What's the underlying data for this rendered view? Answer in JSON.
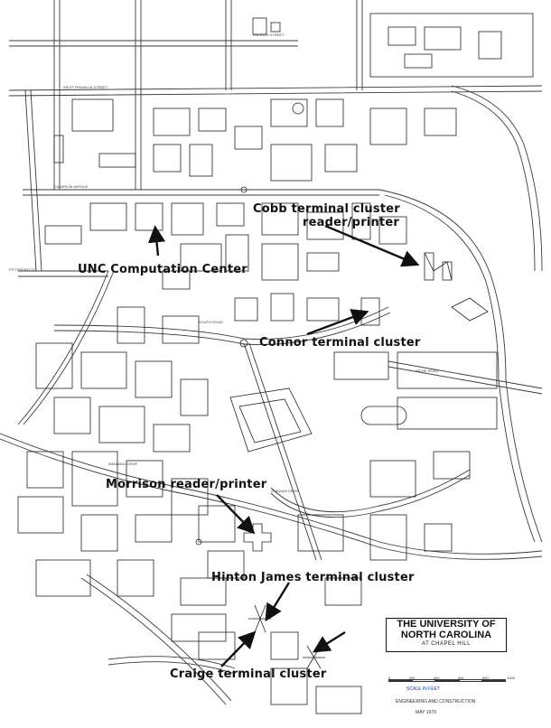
{
  "map": {
    "callouts": {
      "cobb": "Cobb terminal cluster",
      "cobb_rp": "reader/printer",
      "ucc": "UNC Computation Center",
      "connor": "Connor terminal cluster",
      "morrison": "Morrison reader/printer",
      "hinton": "Hinton James terminal cluster",
      "craige": "Craige terminal cluster"
    },
    "title": {
      "line1": "THE UNIVERSITY OF",
      "line2": "NORTH CAROLINA",
      "line3": "AT CHAPEL HILL"
    },
    "scale": {
      "ticks": [
        "0",
        "200",
        "400",
        "600",
        "800",
        "1000"
      ],
      "note1": "SCALE IN FEET",
      "note2": "ENGINEERING AND CONSTRUCTION",
      "note3": "MAY 1979"
    },
    "street_labels": {
      "franklin": "WEST FRANKLIN STREET",
      "cameron": "CAMERON AVENUE",
      "raleigh": "RALEIGH STREET",
      "south": "SOUTH ROAD",
      "manning": "MANNING DRIVE",
      "pittsboro": "PITTSBORO ST",
      "stadium": "STADIUM DRIVE",
      "ridge": "RIDGE ROAD"
    },
    "colors": {
      "ink": "#111111",
      "line": "#3a3a3a",
      "paper": "#ffffff",
      "accent": "#1a3fa0"
    }
  }
}
